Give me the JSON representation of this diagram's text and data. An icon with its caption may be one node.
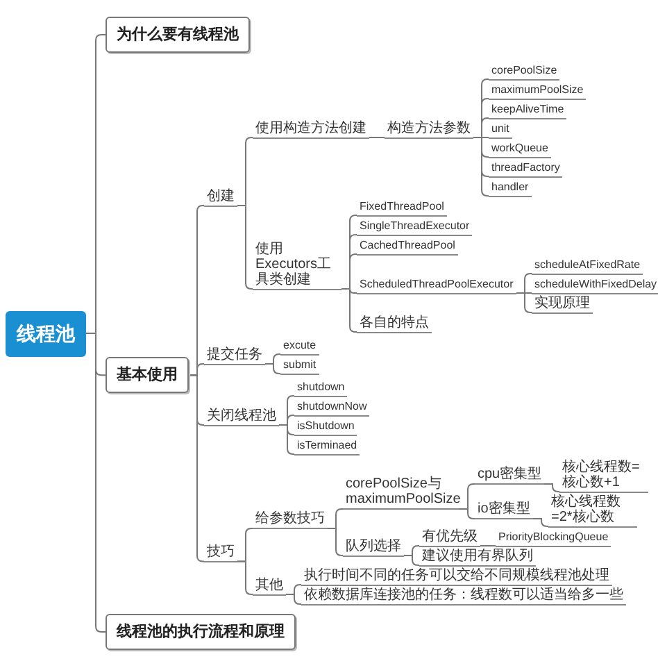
{
  "diagram": {
    "nodes": [
      {
        "text": [
          "线程池"
        ]
      },
      {
        "text": [
          "为什么要有线程池"
        ]
      },
      {
        "text": [
          "基本使用"
        ]
      },
      {
        "text": [
          "创建"
        ]
      },
      {
        "text": [
          "使用构造方法创建"
        ]
      },
      {
        "text": [
          "构造方法参数"
        ]
      },
      {
        "text": [
          "corePoolSize"
        ]
      },
      {
        "text": [
          "maximumPoolSize"
        ]
      },
      {
        "text": [
          "keepAliveTime"
        ]
      },
      {
        "text": [
          "unit"
        ]
      },
      {
        "text": [
          "workQueue"
        ]
      },
      {
        "text": [
          "threadFactory"
        ]
      },
      {
        "text": [
          "handler"
        ]
      },
      {
        "text": [
          "使用Executors工具类创建"
        ]
      },
      {
        "text": [
          "FixedThreadPool"
        ]
      },
      {
        "text": [
          "SingleThreadExecutor"
        ]
      },
      {
        "text": [
          "CachedThreadPool"
        ]
      },
      {
        "text": [
          "ScheduledThreadPoolExecutor"
        ]
      },
      {
        "text": [
          "scheduleAtFixedRate"
        ]
      },
      {
        "text": [
          "scheduleWithFixedDelay"
        ]
      },
      {
        "text": [
          "实现原理"
        ]
      },
      {
        "text": [
          "各自的特点"
        ]
      },
      {
        "text": [
          "提交任务"
        ]
      },
      {
        "text": [
          "excute"
        ]
      },
      {
        "text": [
          "submit"
        ]
      },
      {
        "text": [
          "关闭线程池"
        ]
      },
      {
        "text": [
          "shutdown"
        ]
      },
      {
        "text": [
          "shutdownNow"
        ]
      },
      {
        "text": [
          "isShutdown"
        ]
      },
      {
        "text": [
          "isTerminaed"
        ]
      },
      {
        "text": [
          "技巧"
        ]
      },
      {
        "text": [
          "给参数技巧"
        ]
      },
      {
        "text": [
          "corePoolSize与maximumPoolSize"
        ]
      },
      {
        "text": [
          "cpu密集型"
        ]
      },
      {
        "text": [
          "核心线程数=核心数+1"
        ]
      },
      {
        "text": [
          "io密集型"
        ]
      },
      {
        "text": [
          "核心线程数=2*核心数"
        ]
      },
      {
        "text": [
          "队列选择"
        ]
      },
      {
        "text": [
          "有优先级"
        ]
      },
      {
        "text": [
          "PriorityBlockingQueue"
        ]
      },
      {
        "text": [
          "建议使用有界队列"
        ]
      },
      {
        "text": [
          "其他"
        ]
      },
      {
        "text": [
          "执行时间不同的任务可以交给不同规模线程池处理"
        ]
      },
      {
        "text": [
          "依赖数据库连接池的任务：线程数可以适当给多一些"
        ]
      },
      {
        "text": [
          "线程池的执行流程和原理"
        ]
      }
    ],
    "edges": [
      {
        "from": 0,
        "to": 1,
        "arrow": "none"
      },
      {
        "from": 0,
        "to": 2,
        "arrow": "none"
      },
      {
        "from": 0,
        "to": 44,
        "arrow": "none"
      },
      {
        "from": 2,
        "to": 3,
        "arrow": "none"
      },
      {
        "from": 2,
        "to": 22,
        "arrow": "none"
      },
      {
        "from": 2,
        "to": 25,
        "arrow": "none"
      },
      {
        "from": 2,
        "to": 30,
        "arrow": "none"
      },
      {
        "from": 3,
        "to": 4,
        "arrow": "none"
      },
      {
        "from": 3,
        "to": 13,
        "arrow": "none"
      },
      {
        "from": 4,
        "to": 5,
        "arrow": "none"
      },
      {
        "from": 5,
        "to": 6,
        "arrow": "none"
      },
      {
        "from": 5,
        "to": 7,
        "arrow": "none"
      },
      {
        "from": 5,
        "to": 8,
        "arrow": "none"
      },
      {
        "from": 5,
        "to": 9,
        "arrow": "none"
      },
      {
        "from": 5,
        "to": 10,
        "arrow": "none"
      },
      {
        "from": 5,
        "to": 11,
        "arrow": "none"
      },
      {
        "from": 5,
        "to": 12,
        "arrow": "none"
      },
      {
        "from": 13,
        "to": 14,
        "arrow": "none"
      },
      {
        "from": 13,
        "to": 15,
        "arrow": "none"
      },
      {
        "from": 13,
        "to": 16,
        "arrow": "none"
      },
      {
        "from": 13,
        "to": 17,
        "arrow": "none"
      },
      {
        "from": 13,
        "to": 21,
        "arrow": "none"
      },
      {
        "from": 17,
        "to": 18,
        "arrow": "none"
      },
      {
        "from": 17,
        "to": 19,
        "arrow": "none"
      },
      {
        "from": 17,
        "to": 20,
        "arrow": "none"
      },
      {
        "from": 22,
        "to": 23,
        "arrow": "none"
      },
      {
        "from": 22,
        "to": 24,
        "arrow": "none"
      },
      {
        "from": 25,
        "to": 26,
        "arrow": "none"
      },
      {
        "from": 25,
        "to": 27,
        "arrow": "none"
      },
      {
        "from": 25,
        "to": 28,
        "arrow": "none"
      },
      {
        "from": 25,
        "to": 29,
        "arrow": "none"
      },
      {
        "from": 30,
        "to": 31,
        "arrow": "none"
      },
      {
        "from": 30,
        "to": 41,
        "arrow": "none"
      },
      {
        "from": 31,
        "to": 32,
        "arrow": "none"
      },
      {
        "from": 31,
        "to": 37,
        "arrow": "none"
      },
      {
        "from": 32,
        "to": 33,
        "arrow": "none"
      },
      {
        "from": 32,
        "to": 35,
        "arrow": "none"
      },
      {
        "from": 33,
        "to": 34,
        "arrow": "none"
      },
      {
        "from": 35,
        "to": 36,
        "arrow": "none"
      },
      {
        "from": 37,
        "to": 38,
        "arrow": "none"
      },
      {
        "from": 37,
        "to": 40,
        "arrow": "none"
      },
      {
        "from": 38,
        "to": 39,
        "arrow": "none"
      },
      {
        "from": 41,
        "to": 42,
        "arrow": "none"
      },
      {
        "from": 41,
        "to": 43,
        "arrow": "none"
      }
    ]
  }
}
